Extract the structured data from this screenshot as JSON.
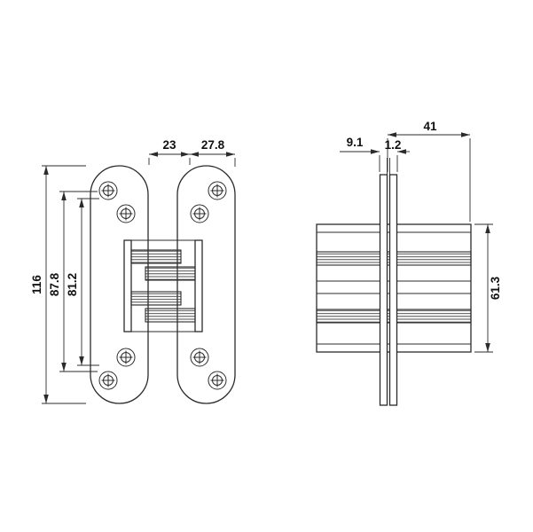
{
  "drawing": {
    "background": "#ffffff",
    "line_color": "#2b2b2b",
    "front_view": {
      "dimensions": {
        "width_left": "23",
        "width_right": "27.8",
        "height_total": "116",
        "hole_span_outer": "87.8",
        "hole_span_inner": "81.2"
      }
    },
    "side_view": {
      "dimensions": {
        "plate_pack_width": "9.1",
        "gap": "1.2",
        "depth": "41",
        "body_height": "61.3"
      }
    }
  }
}
